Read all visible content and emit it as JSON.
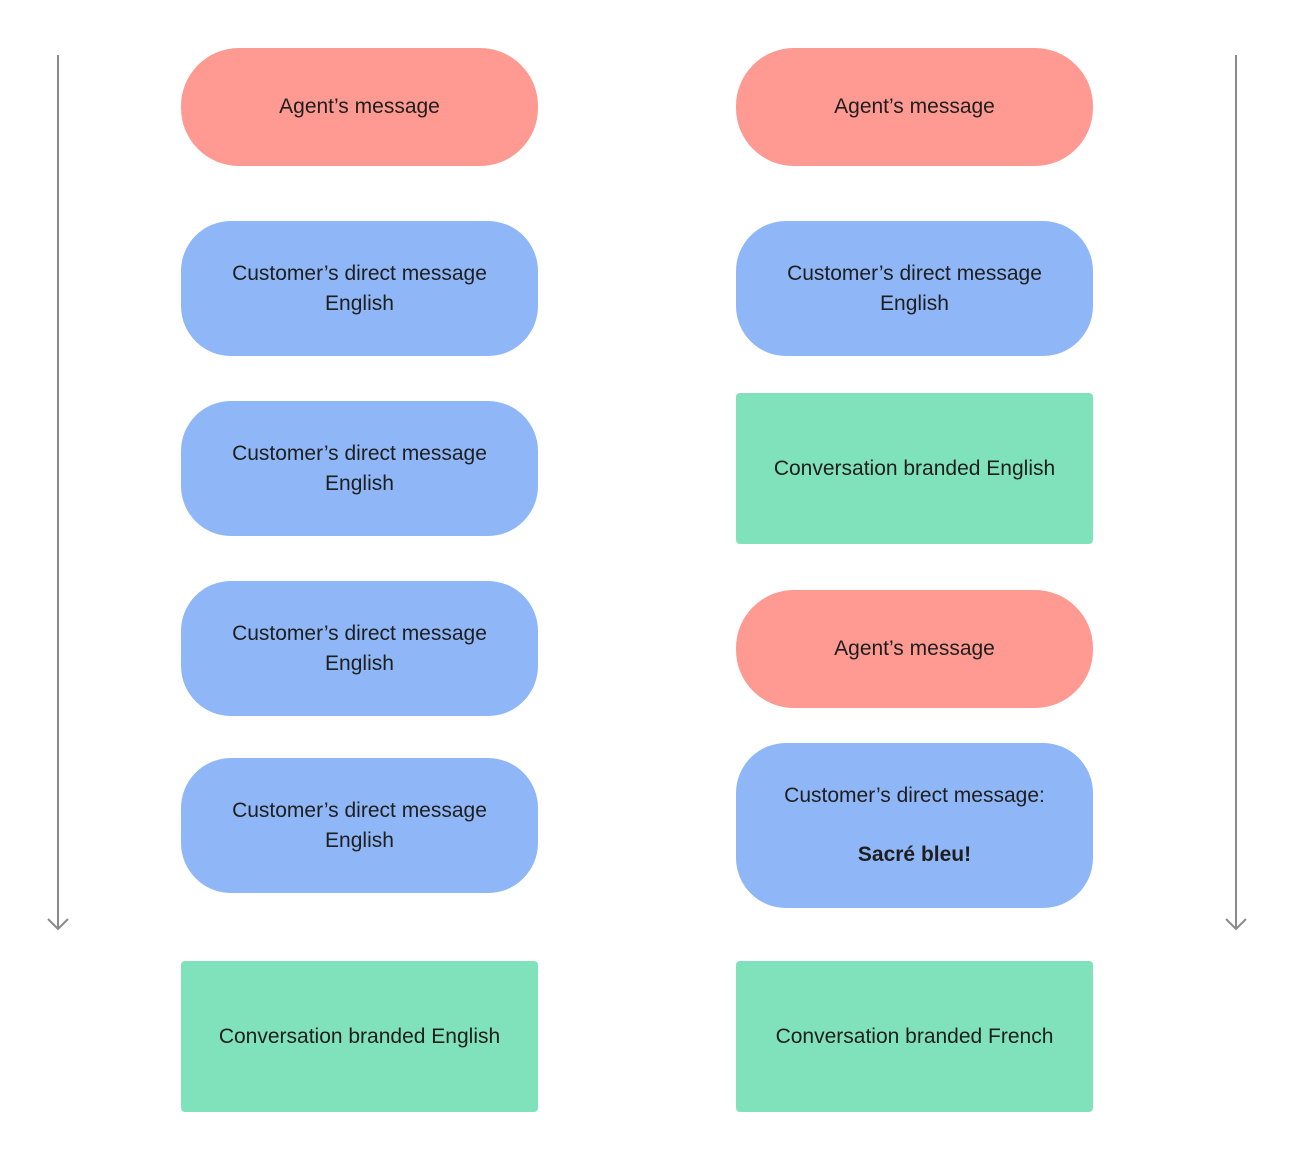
{
  "colors": {
    "agent": "#ff9a92",
    "customer": "#8fb7f7",
    "branded": "#80e2ba",
    "arrow": "#8a8a8a"
  },
  "left_column": {
    "agent_message": "Agent’s message",
    "customer_1": {
      "line1": "Customer’s direct message",
      "line2": "English"
    },
    "customer_2": {
      "line1": "Customer’s direct message",
      "line2": "English"
    },
    "customer_3": {
      "line1": "Customer’s direct message",
      "line2": "English"
    },
    "customer_4": {
      "line1": "Customer’s direct message",
      "line2": "English"
    },
    "branded": "Conversation branded English"
  },
  "right_column": {
    "agent_message_1": "Agent’s message",
    "customer_1": {
      "line1": "Customer’s direct message",
      "line2": "English"
    },
    "branded_1": "Conversation branded English",
    "agent_message_2": "Agent’s message",
    "customer_2": {
      "line1": "Customer’s direct message:",
      "line2": "Sacré bleu!"
    },
    "branded_2": "Conversation branded French"
  }
}
